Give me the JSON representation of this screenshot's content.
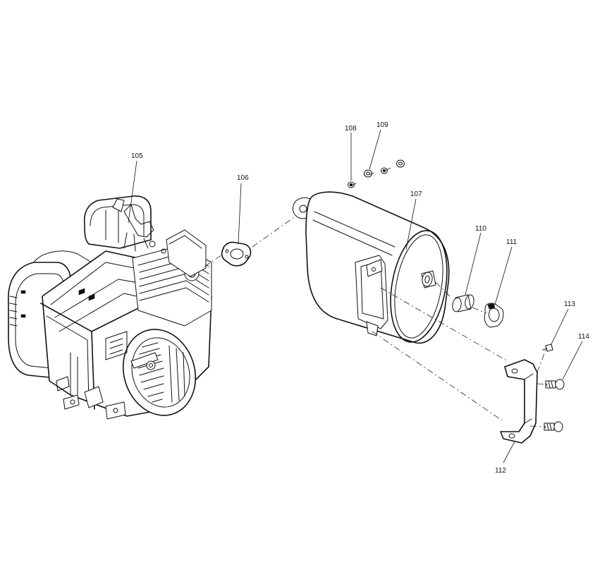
{
  "callouts": {
    "p105": "105",
    "p106": "106",
    "p107": "107",
    "p108": "108",
    "p109": "109",
    "p110": "110",
    "p111": "111",
    "p112": "112",
    "p113": "113",
    "p114": "114"
  }
}
